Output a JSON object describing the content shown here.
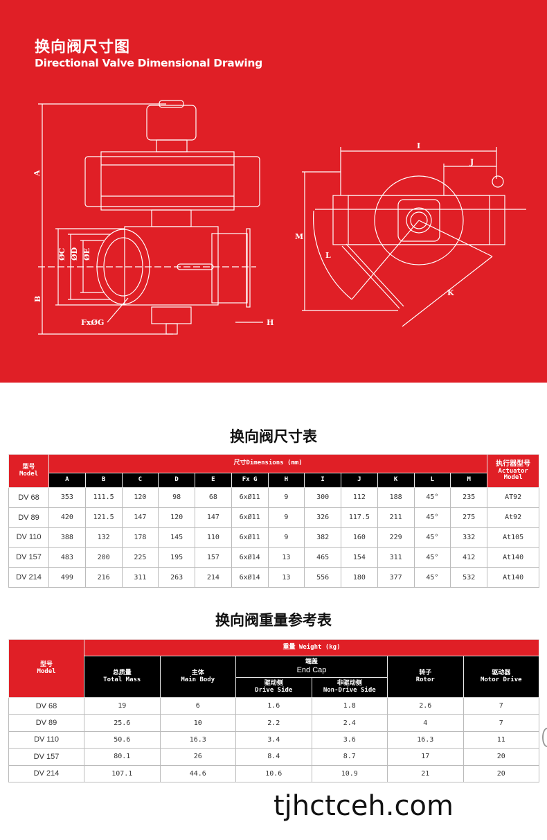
{
  "hero": {
    "title_cn": "换向阀尺寸图",
    "title_en": "Directional Valve Dimensional Drawing",
    "color": "#e01f26"
  },
  "drawing": {
    "labels": {
      "A": "A",
      "B": "B",
      "C": "ØC",
      "D": "ØD",
      "E": "ØE",
      "FG": "FxØG",
      "H": "H",
      "I": "I",
      "J": "J",
      "K": "K",
      "L": "L",
      "M": "M"
    }
  },
  "dim_table": {
    "title": "换向阀尺寸表",
    "model_cn": "型号",
    "model_en": "Model",
    "group": "尺寸Dimensions (mm)",
    "actuator_cn": "执行器型号",
    "actuator_en": "Actuator Model",
    "columns": [
      "A",
      "B",
      "C",
      "D",
      "E",
      "Fx G",
      "H",
      "I",
      "J",
      "K",
      "L",
      "M"
    ],
    "rows": [
      {
        "model": "DV 68",
        "v": [
          "353",
          "111.5",
          "120",
          "98",
          "68",
          "6xØ11",
          "9",
          "300",
          "112",
          "188",
          "45°",
          "235"
        ],
        "act": "AT92"
      },
      {
        "model": "DV 89",
        "v": [
          "420",
          "121.5",
          "147",
          "120",
          "147",
          "6xØ11",
          "9",
          "326",
          "117.5",
          "211",
          "45°",
          "275"
        ],
        "act": "At92"
      },
      {
        "model": "DV 110",
        "v": [
          "388",
          "132",
          "178",
          "145",
          "110",
          "6xØ11",
          "9",
          "382",
          "160",
          "229",
          "45°",
          "332"
        ],
        "act": "At105"
      },
      {
        "model": "DV 157",
        "v": [
          "483",
          "200",
          "225",
          "195",
          "157",
          "6xØ14",
          "13",
          "465",
          "154",
          "311",
          "45°",
          "412"
        ],
        "act": "At140"
      },
      {
        "model": "DV 214",
        "v": [
          "499",
          "216",
          "311",
          "263",
          "214",
          "6xØ14",
          "13",
          "556",
          "180",
          "377",
          "45°",
          "532"
        ],
        "act": "At140"
      }
    ]
  },
  "weight_table": {
    "title": "换向阀重量参考表",
    "model_cn": "型号",
    "model_en": "Model",
    "group": "重量 Weight (kg)",
    "total_cn": "总质量",
    "total_en": "Total Mass",
    "body_cn": "主体",
    "body_en": "Main Body",
    "endcap_cn": "端盖",
    "endcap_en": "End Cap",
    "drive_cn": "驱动侧",
    "drive_en": "Drive Side",
    "nondrive_cn": "非驱动侧",
    "nondrive_en": "Non-Drive Side",
    "rotor_cn": "转子",
    "rotor_en": "Rotor",
    "motor_cn": "驱动器",
    "motor_en": "Motor Drive",
    "rows": [
      {
        "model": "DV 68",
        "v": [
          "19",
          "6",
          "1.6",
          "1.8",
          "2.6",
          "7"
        ]
      },
      {
        "model": "DV 89",
        "v": [
          "25.6",
          "10",
          "2.2",
          "2.4",
          "4",
          "7"
        ]
      },
      {
        "model": "DV 110",
        "v": [
          "50.6",
          "16.3",
          "3.4",
          "3.6",
          "16.3",
          "11"
        ]
      },
      {
        "model": "DV 157",
        "v": [
          "80.1",
          "26",
          "8.4",
          "8.7",
          "17",
          "20"
        ]
      },
      {
        "model": "DV 214",
        "v": [
          "107.1",
          "44.6",
          "10.6",
          "10.9",
          "21",
          "20"
        ]
      }
    ]
  },
  "watermark": "tjhctceh.com"
}
